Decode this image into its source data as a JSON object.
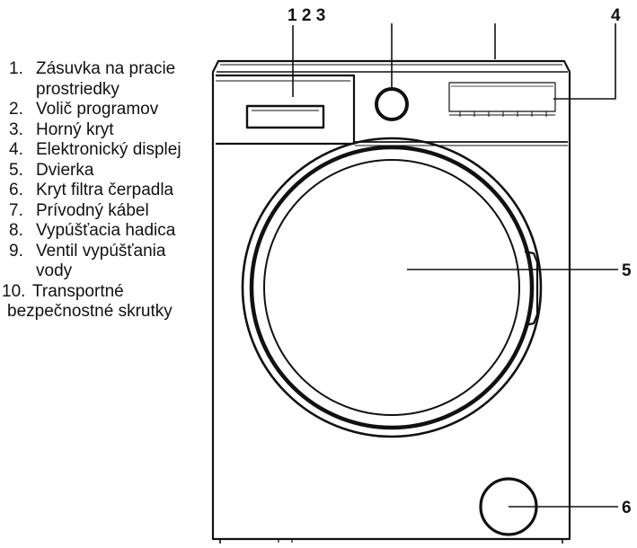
{
  "legend": {
    "items": [
      {
        "num": "1.",
        "lines": [
          "Zásuvka na pracie",
          "prostriedky"
        ]
      },
      {
        "num": "2.",
        "lines": [
          "Volič programov"
        ]
      },
      {
        "num": "3.",
        "lines": [
          "Horný kryt"
        ]
      },
      {
        "num": "4.",
        "lines": [
          "Elektronický displej"
        ]
      },
      {
        "num": "5.",
        "lines": [
          "Dvierka"
        ]
      },
      {
        "num": "6.",
        "lines": [
          "Kryt filtra čerpadla"
        ]
      },
      {
        "num": "7.",
        "lines": [
          "Prívodný kábel"
        ]
      },
      {
        "num": "8.",
        "lines": [
          "Vypúšťacia hadica"
        ]
      },
      {
        "num": "9.",
        "lines": [
          "Ventil vypúšťania",
          "vody"
        ]
      },
      {
        "num": "10.",
        "lines": [
          "Transportné",
          "bezpečnostné skrutky"
        ]
      }
    ]
  },
  "callouts": {
    "top": "1 2 3",
    "display": "4",
    "door": "5",
    "filter": "6"
  }
}
